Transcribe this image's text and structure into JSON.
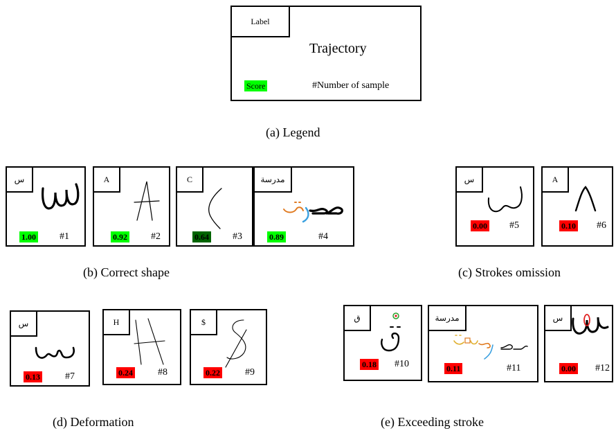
{
  "legend": {
    "label": "Label",
    "trajectory": "Trajectory",
    "score": "Score",
    "number": "#Number of sample",
    "caption": "(a) Legend"
  },
  "colors": {
    "score_high": "#00ff00",
    "score_mid": "#006400",
    "score_low": "#ff0000",
    "ink": "#000000",
    "orange": "#e07a20",
    "cyan": "#3aa0e0",
    "gold": "#e0b030"
  },
  "groups": {
    "b": {
      "caption": "(b) Correct shape"
    },
    "c": {
      "caption": "(c)   Strokes omission"
    },
    "d": {
      "caption": "(d)   Deformation"
    },
    "e": {
      "caption": "(e)   Exceeding stroke"
    }
  },
  "samples": [
    {
      "label": "س",
      "score": "1.00",
      "num": "#1",
      "level": "high"
    },
    {
      "label": "A",
      "score": "0.92",
      "num": "#2",
      "level": "high"
    },
    {
      "label": "C",
      "score": "0.64",
      "num": "#3",
      "level": "mid"
    },
    {
      "label": "مدرسة",
      "score": "0.89",
      "num": "#4",
      "level": "high"
    },
    {
      "label": "س",
      "score": "0.00",
      "num": "#5",
      "level": "low"
    },
    {
      "label": "A",
      "score": "0.10",
      "num": "#6",
      "level": "low"
    },
    {
      "label": "س",
      "score": "0.13",
      "num": "#7",
      "level": "low"
    },
    {
      "label": "H",
      "score": "0.24",
      "num": "#8",
      "level": "low"
    },
    {
      "label": "$",
      "score": "0.22",
      "num": "#9",
      "level": "low"
    },
    {
      "label": "ق",
      "score": "0.18",
      "num": "#10",
      "level": "low"
    },
    {
      "label": "مدرسة",
      "score": "0.11",
      "num": "#11",
      "level": "low"
    },
    {
      "label": "س",
      "score": "0.00",
      "num": "#12",
      "level": "low"
    }
  ]
}
